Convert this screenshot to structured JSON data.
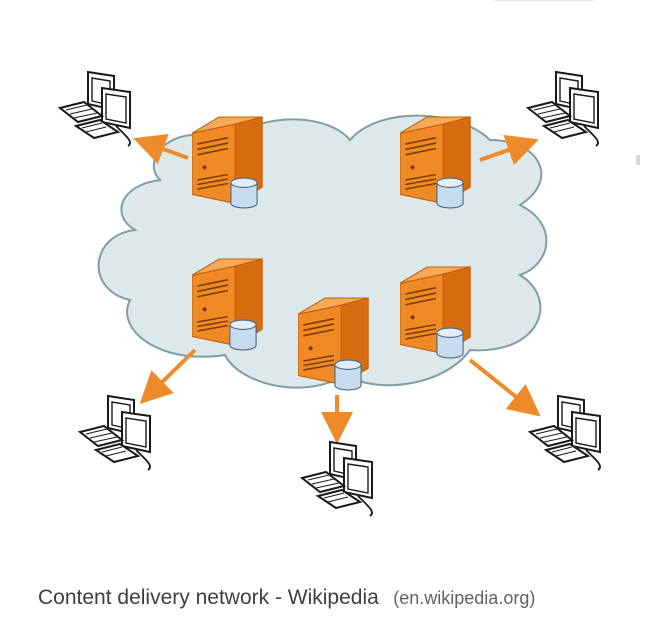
{
  "caption": {
    "title": "Content delivery network - Wikipedia",
    "source": "(en.wikipedia.org)"
  },
  "colors": {
    "server_orange": "#f08a24",
    "server_dark": "#d66d10",
    "server_light": "#f7a95a",
    "cloud_fill": "#dce8ea",
    "cloud_stroke": "#7f9fa6",
    "arrow": "#ef8a2a",
    "database": "#c8dcef",
    "computer_fill": "#ffffff",
    "computer_stroke": "#1a1a1a"
  },
  "icons": {
    "cloud": "network-cloud-icon",
    "server": "server-icon",
    "database": "database-cylinder-icon",
    "client": "desktop-computer-icon",
    "arrow": "arrow-icon"
  },
  "diagram": {
    "nodes": [
      {
        "id": "server-1",
        "kind": "server"
      },
      {
        "id": "server-2",
        "kind": "server"
      },
      {
        "id": "server-3",
        "kind": "server"
      },
      {
        "id": "server-4",
        "kind": "server"
      },
      {
        "id": "server-5",
        "kind": "server"
      },
      {
        "id": "client-1",
        "kind": "client"
      },
      {
        "id": "client-2",
        "kind": "client"
      },
      {
        "id": "client-3",
        "kind": "client"
      },
      {
        "id": "client-4",
        "kind": "client"
      },
      {
        "id": "client-5",
        "kind": "client"
      }
    ],
    "edges": [
      {
        "from": "server-1",
        "to": "client-1"
      },
      {
        "from": "server-2",
        "to": "client-2"
      },
      {
        "from": "server-3",
        "to": "client-3"
      },
      {
        "from": "server-4",
        "to": "client-4"
      },
      {
        "from": "server-5",
        "to": "client-5"
      }
    ]
  }
}
